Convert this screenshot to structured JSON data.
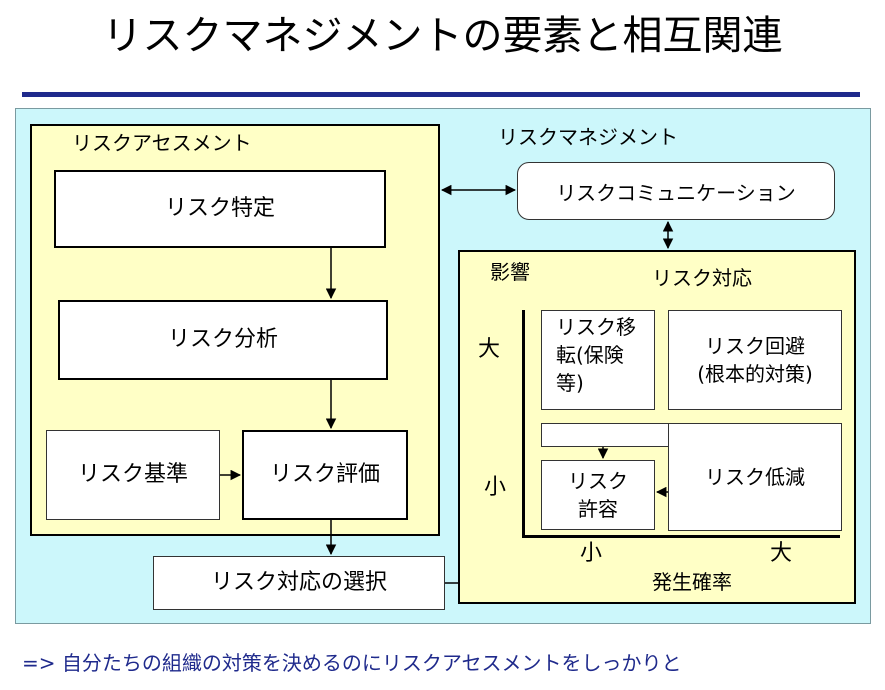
{
  "title": "リスクマネジメントの要素と相互関連",
  "labels": {
    "risk_management": "リスクマネジメント",
    "risk_assessment": "リスクアセスメント",
    "risk_identification": "リスク特定",
    "risk_analysis": "リスク分析",
    "risk_criteria": "リスク基準",
    "risk_evaluation": "リスク評価",
    "risk_treatment_selection": "リスク対応の選択",
    "risk_communication": "リスクコミュニケーション",
    "risk_treatment": "リスク対応",
    "impact": "影響",
    "probability": "発生確率"
  },
  "matrix": {
    "y_high": "大",
    "y_low": "小",
    "x_low": "小",
    "x_high": "大",
    "transfer": "リスク移\n転(保険\n等)",
    "avoid": "リスク回避\n(根本的対策)",
    "reduce": "リスク低減",
    "accept": "リスク\n許容"
  },
  "footer": "=>  自分たちの組織の対策を決めるのにリスクアセスメントをしっかりと",
  "colors": {
    "title_rule": "#1f2a8c",
    "outer_bg": "#ccf7fb",
    "panel_bg": "#ffffc6",
    "footer_text": "#1f2a8c"
  }
}
